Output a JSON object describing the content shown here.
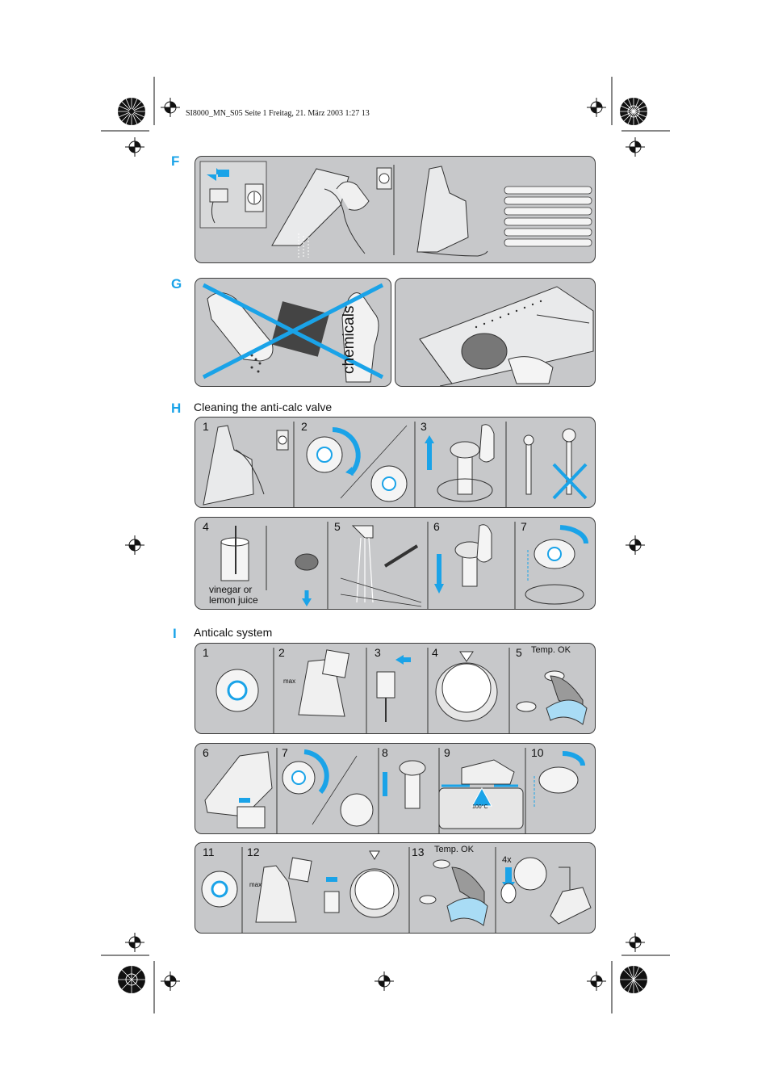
{
  "header": {
    "file_info": "SI8000_MN_S05  Seite 1  Freitag, 21. März 2003  1:27 13"
  },
  "colors": {
    "accent": "#1aa3e8",
    "panel_bg": "#c7c8ca",
    "panel_border": "#3b3b3b"
  },
  "sections": {
    "F": {
      "letter": "F"
    },
    "G": {
      "letter": "G",
      "chemicals_label": "chemicals"
    },
    "H": {
      "letter": "H",
      "title": "Cleaning the anti-calc valve",
      "steps_row1": [
        "1",
        "2",
        "3"
      ],
      "steps_row2": [
        "4",
        "5",
        "6",
        "7"
      ],
      "caption_line1": "vinegar or",
      "caption_line2": "lemon juice"
    },
    "I": {
      "letter": "I",
      "title": "Anticalc system",
      "steps_row1": [
        "1",
        "2",
        "3",
        "4",
        "5"
      ],
      "steps_row2": [
        "6",
        "7",
        "8",
        "9",
        "10"
      ],
      "steps_row3": [
        "11",
        "12",
        "13"
      ],
      "temp_ok": "Temp. OK",
      "max_label": "max",
      "temp_100": "100°C",
      "count_4x": "4x"
    }
  }
}
